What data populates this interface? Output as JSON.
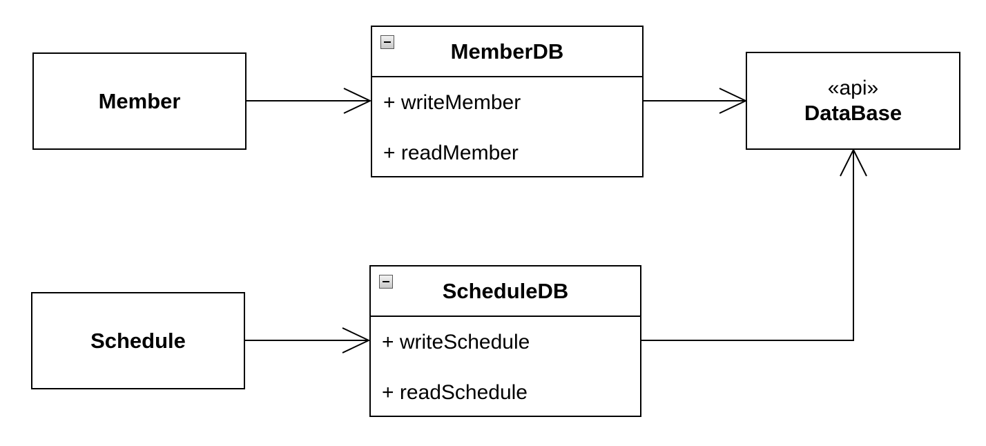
{
  "nodes": {
    "member": {
      "label": "Member"
    },
    "schedule": {
      "label": "Schedule"
    },
    "member_db": {
      "title": "MemberDB",
      "operations": [
        "+ writeMember",
        "+ readMember"
      ]
    },
    "schedule_db": {
      "title": "ScheduleDB",
      "operations": [
        "+ writeSchedule",
        "+ readSchedule"
      ]
    },
    "database": {
      "stereotype": "«api»",
      "name": "DataBase"
    }
  },
  "edges": [
    {
      "from": "Member",
      "to": "MemberDB",
      "arrowhead": "open"
    },
    {
      "from": "MemberDB",
      "to": "DataBase",
      "arrowhead": "open"
    },
    {
      "from": "Schedule",
      "to": "ScheduleDB",
      "arrowhead": "open"
    },
    {
      "from": "ScheduleDB",
      "to": "DataBase",
      "arrowhead": "open"
    }
  ],
  "colors": {
    "stroke": "#000000",
    "background": "#ffffff"
  }
}
